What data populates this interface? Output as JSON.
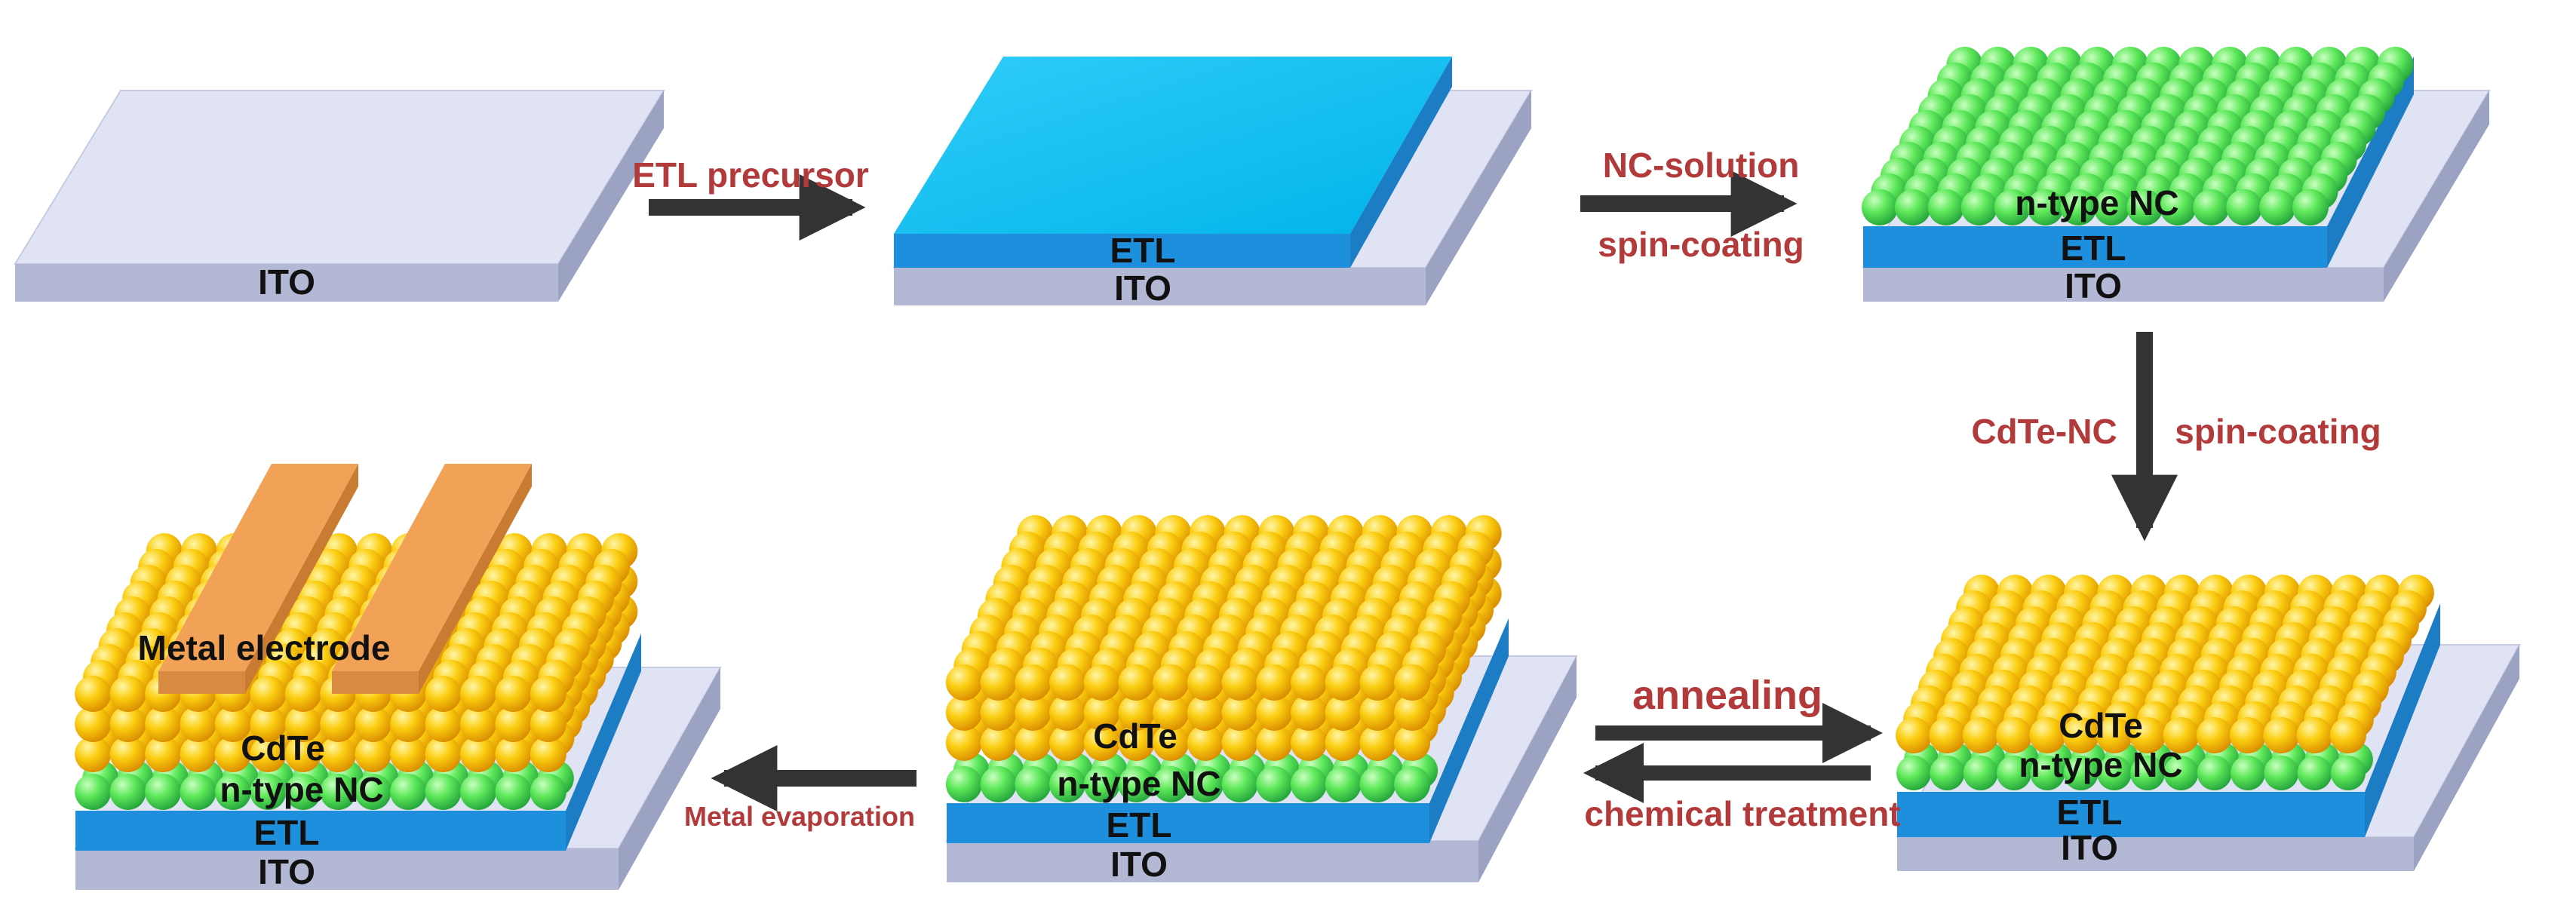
{
  "layers": {
    "ito": "ITO",
    "etl": "ETL",
    "ntype": "n-type NC",
    "cdte": "CdTe",
    "metal": "Metal electrode"
  },
  "steps": {
    "etl_precursor": "ETL precursor",
    "nc_solution": "NC-solution",
    "spin_coating": "spin-coating",
    "cdte_nc": "CdTe-NC",
    "spin_coating_2": "spin-coating",
    "annealing": "annealing",
    "chemical_treatment": "chemical treatment",
    "metal_evaporation": "Metal evaporation"
  },
  "colors": {
    "ito_top": "#dfe3f3",
    "ito_side": "#a9aecb",
    "etl_top": "#05bff2",
    "etl_front": "#1e8fdc",
    "nc_green": "#5ee85a",
    "nc_yellow": "#fbcd10",
    "electrode": "#f2a257",
    "label_red": "#b23a3a",
    "arrow": "#333333"
  }
}
